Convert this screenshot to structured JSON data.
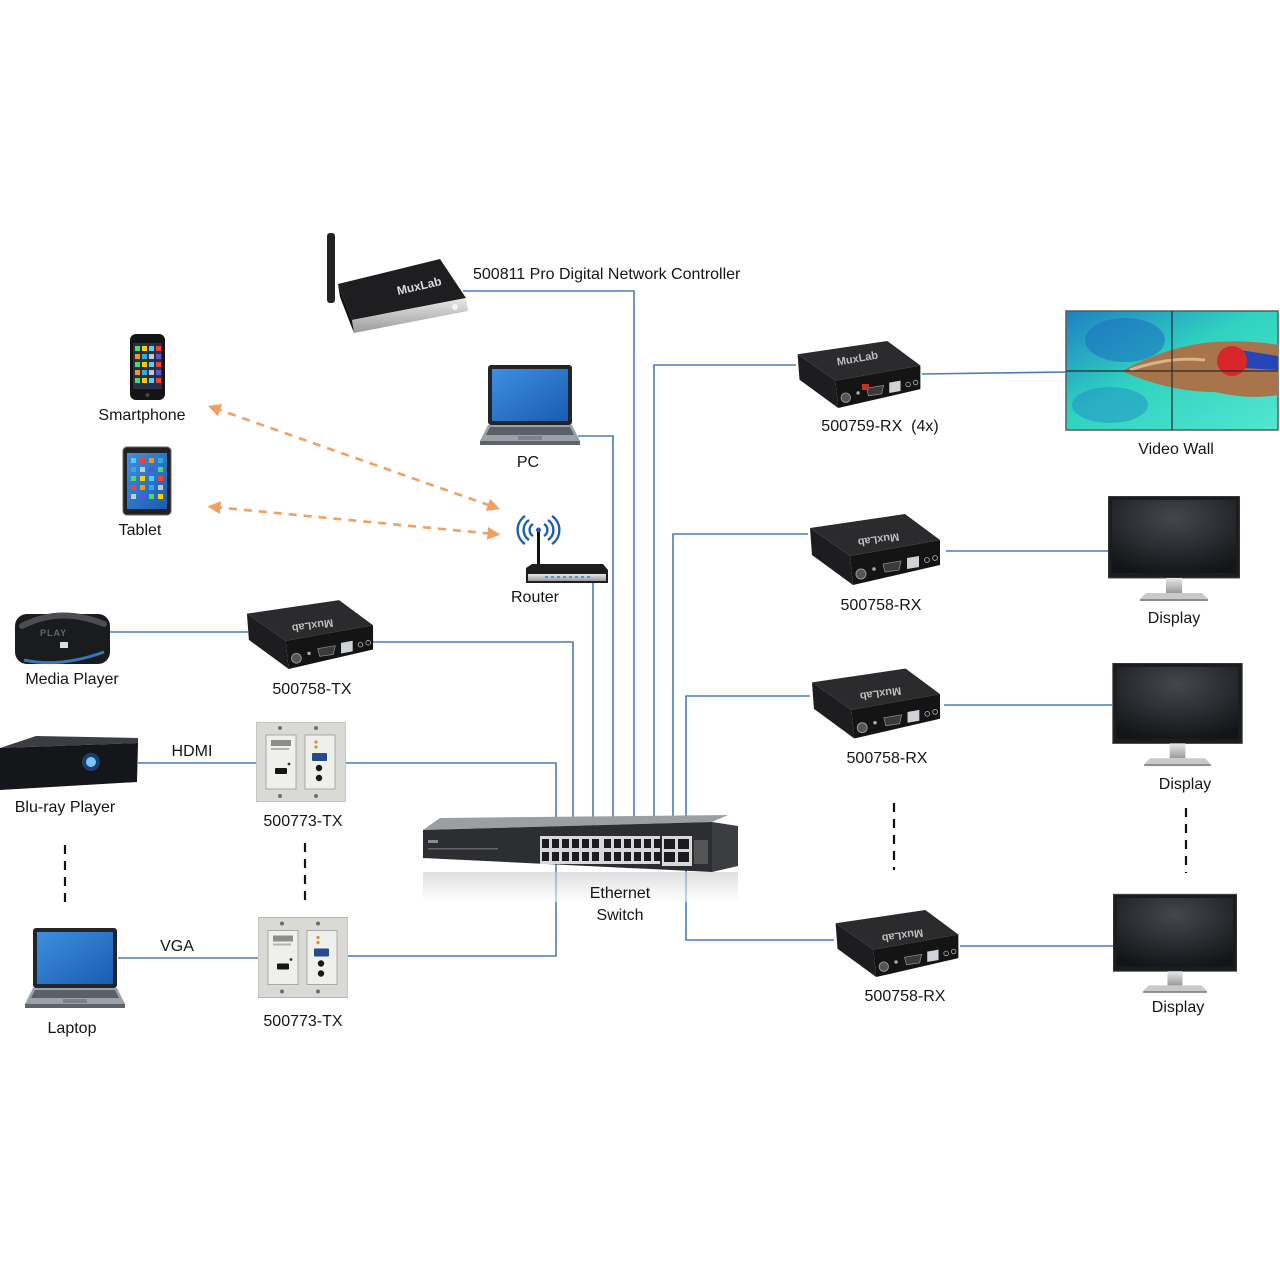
{
  "diagram": {
    "brand": "MuxLab",
    "controller": {
      "label": "500811 Pro Digital Network Controller"
    },
    "wireless_clients": [
      {
        "label": "Smartphone"
      },
      {
        "label": "Tablet"
      }
    ],
    "pc": {
      "label": "PC"
    },
    "router": {
      "label": "Router"
    },
    "sources": [
      {
        "device": "Media Player",
        "transmitter": "500758-TX",
        "link": ""
      },
      {
        "device": "Blu-ray Player",
        "transmitter": "500773-TX",
        "link": "HDMI"
      },
      {
        "device": "Laptop",
        "transmitter": "500773-TX",
        "link": "VGA"
      }
    ],
    "switch": {
      "label_line1": "Ethernet",
      "label_line2": "Switch"
    },
    "receivers": [
      {
        "receiver": "500759-RX  (4x)",
        "sink": "Video Wall"
      },
      {
        "receiver": "500758-RX",
        "sink": "Display"
      },
      {
        "receiver": "500758-RX",
        "sink": "Display"
      },
      {
        "receiver": "500758-RX",
        "sink": "Display"
      }
    ]
  },
  "colors": {
    "background": "#ffffff",
    "cable": "#4a7bb7",
    "wireless_link": "#f0a060",
    "continuation_dashes": "#111111",
    "text": "#151515"
  }
}
